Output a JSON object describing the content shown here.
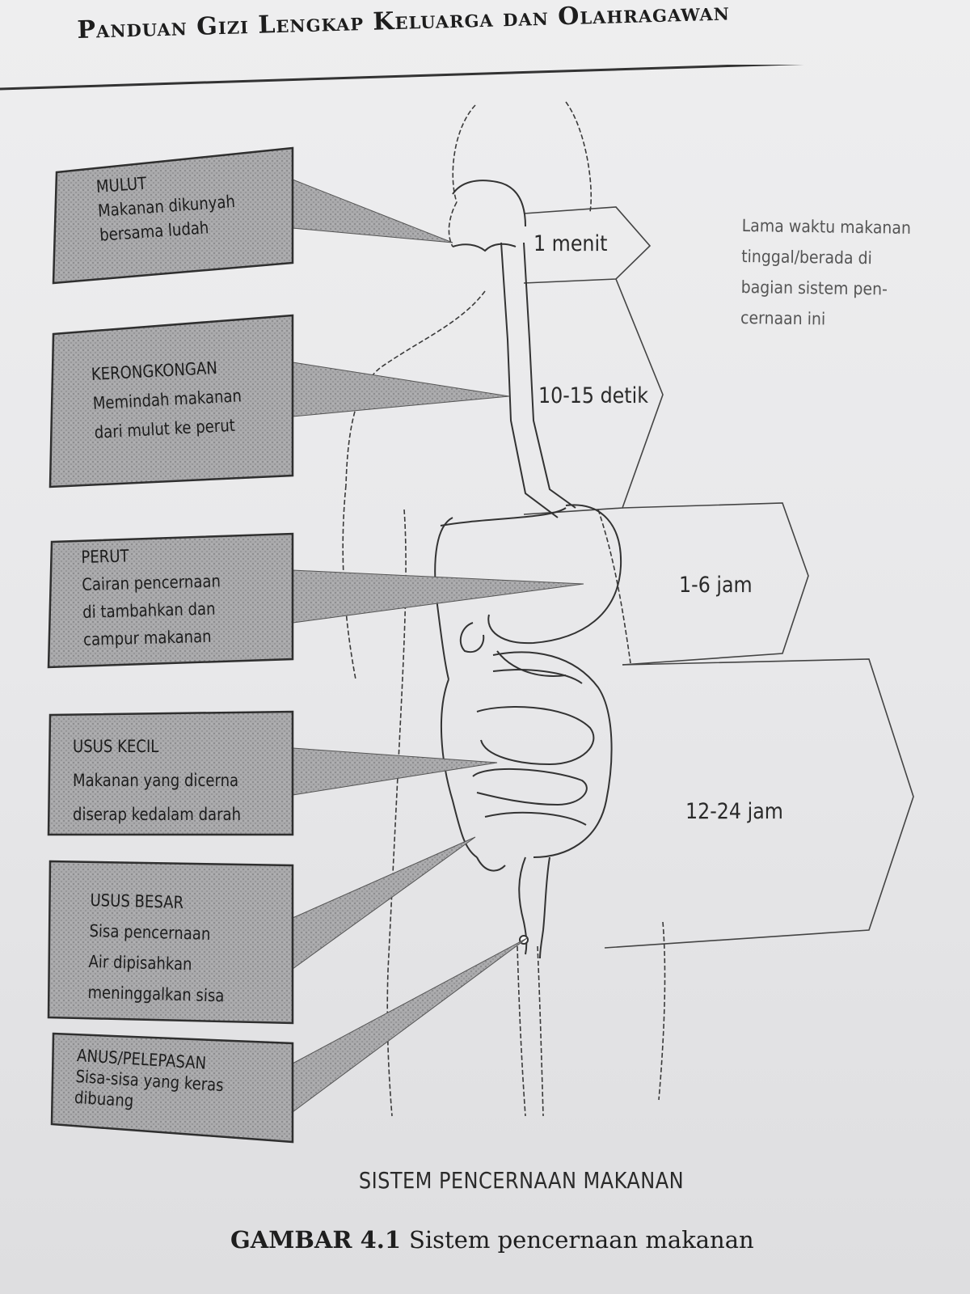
{
  "header": {
    "title": "Panduan Gizi Lengkap Keluarga dan Olahragawan"
  },
  "organs": [
    {
      "name": "MULUT",
      "lines": [
        "Makanan dikunyah",
        "bersama ludah"
      ]
    },
    {
      "name": "KERONGKONGAN",
      "lines": [
        "Memindah makanan",
        "dari mulut ke perut"
      ]
    },
    {
      "name": "PERUT",
      "lines": [
        "Cairan pencernaan",
        "di tambahkan dan",
        "campur makanan"
      ]
    },
    {
      "name": "USUS KECIL",
      "lines": [
        "Makanan yang dicerna",
        "diserap kedalam darah"
      ]
    },
    {
      "name": "USUS BESAR",
      "lines": [
        "Sisa pencernaan",
        "Air dipisahkan",
        "meninggalkan sisa"
      ]
    },
    {
      "name": "ANUS/PELEPASAN",
      "lines": [
        "Sisa-sisa yang keras",
        "dibuang"
      ]
    }
  ],
  "times": {
    "mouth": "1 menit",
    "esophagus": "10-15 detik",
    "stomach": "1-6 jam",
    "intestines": "12-24 jam"
  },
  "side_note": {
    "lines": [
      "Lama waktu makanan",
      "tinggal/berada di",
      "bagian sistem pen-",
      "cernaan ini"
    ]
  },
  "diagram_caption": "SISTEM PENCERNAAN MAKANAN",
  "figure": {
    "label": "GAMBAR 4.1",
    "caption": "Sistem pencernaan makanan"
  }
}
